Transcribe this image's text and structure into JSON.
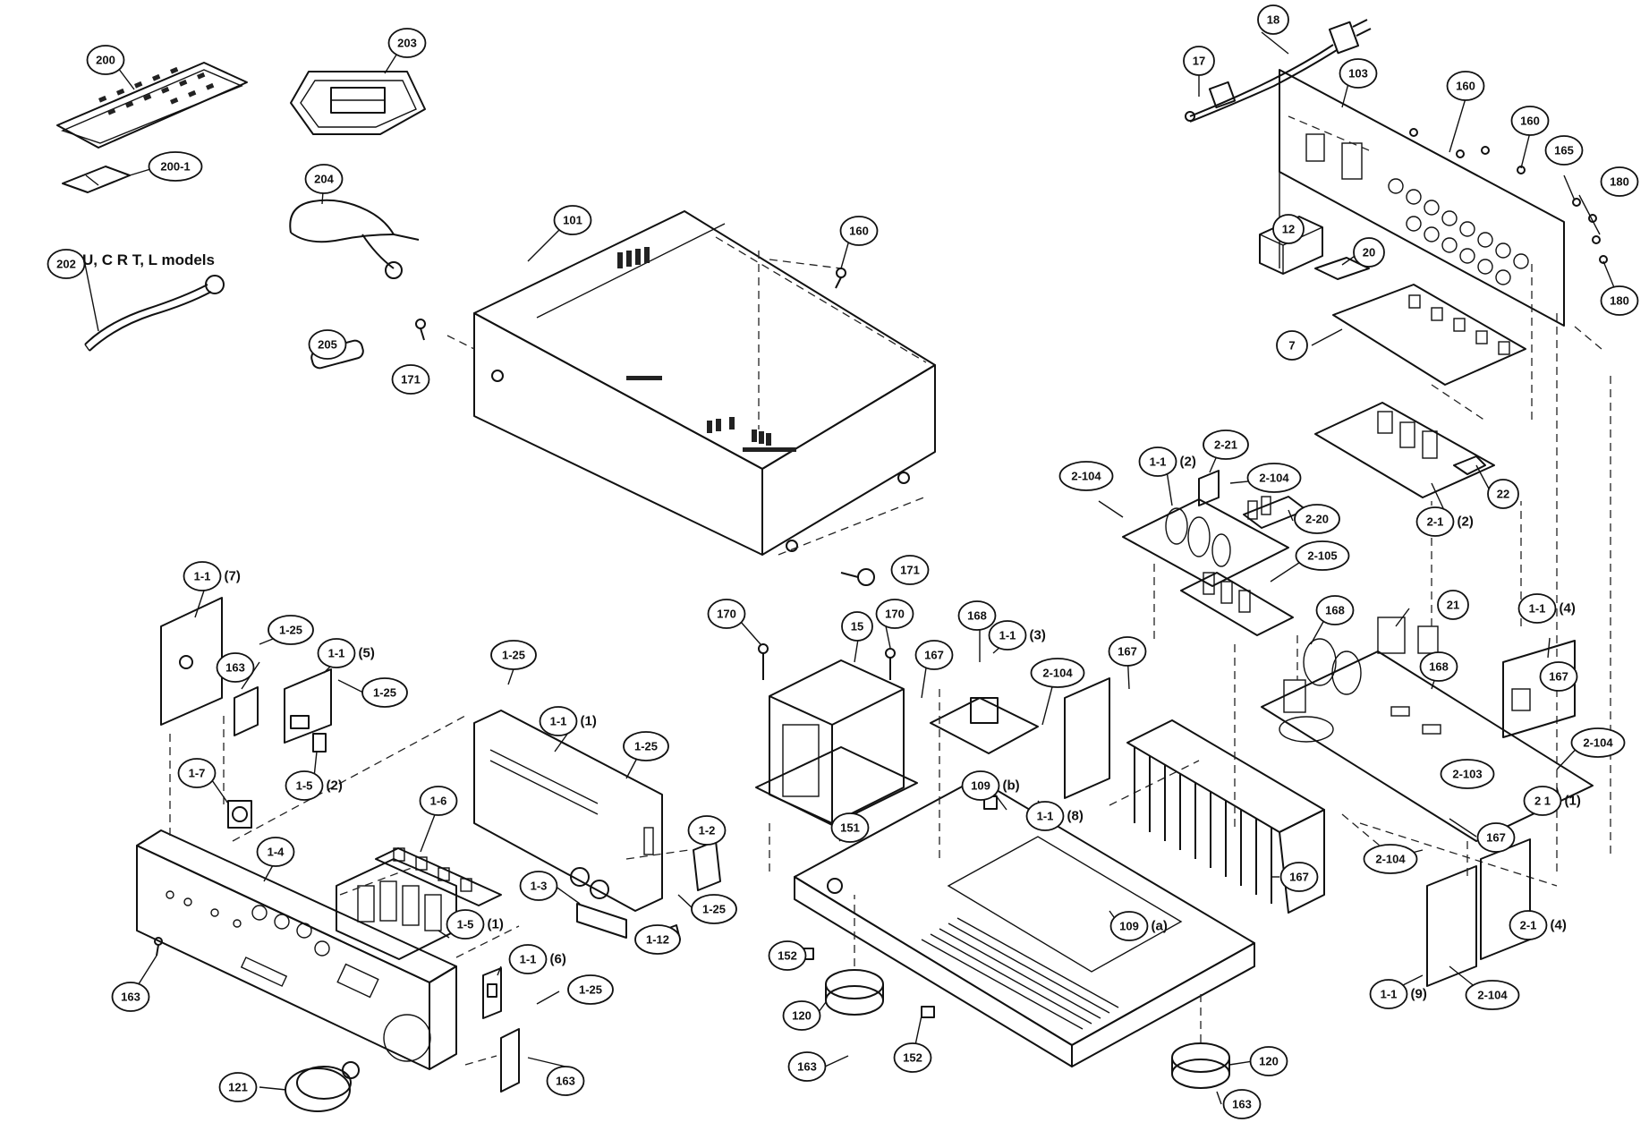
{
  "note": "U, C  R  T, L models",
  "callouts": [
    {
      "id": "c-200",
      "label": "200",
      "suffix": ""
    },
    {
      "id": "c-200-1",
      "label": "200-1",
      "suffix": ""
    },
    {
      "id": "c-202",
      "label": "202",
      "suffix": ""
    },
    {
      "id": "c-203",
      "label": "203",
      "suffix": ""
    },
    {
      "id": "c-204",
      "label": "204",
      "suffix": ""
    },
    {
      "id": "c-205",
      "label": "205",
      "suffix": ""
    },
    {
      "id": "c-171a",
      "label": "171",
      "suffix": ""
    },
    {
      "id": "c-101",
      "label": "101",
      "suffix": ""
    },
    {
      "id": "c-160a",
      "label": "160",
      "suffix": ""
    },
    {
      "id": "c-171b",
      "label": "171",
      "suffix": ""
    },
    {
      "id": "c-18",
      "label": "18",
      "suffix": ""
    },
    {
      "id": "c-17",
      "label": "17",
      "suffix": ""
    },
    {
      "id": "c-103",
      "label": "103",
      "suffix": ""
    },
    {
      "id": "c-160b",
      "label": "160",
      "suffix": ""
    },
    {
      "id": "c-160c",
      "label": "160",
      "suffix": ""
    },
    {
      "id": "c-165",
      "label": "165",
      "suffix": ""
    },
    {
      "id": "c-180a",
      "label": "180",
      "suffix": ""
    },
    {
      "id": "c-180b",
      "label": "180",
      "suffix": ""
    },
    {
      "id": "c-12",
      "label": "12",
      "suffix": ""
    },
    {
      "id": "c-20",
      "label": "20",
      "suffix": ""
    },
    {
      "id": "c-7",
      "label": "7",
      "suffix": ""
    },
    {
      "id": "c-22",
      "label": "22",
      "suffix": ""
    },
    {
      "id": "c-2-1-2",
      "label": "2-1",
      "suffix": "(2)"
    },
    {
      "id": "c-2-104a",
      "label": "2-104",
      "suffix": ""
    },
    {
      "id": "c-1-1-2",
      "label": "1-1",
      "suffix": "(2)"
    },
    {
      "id": "c-2-21",
      "label": "2-21",
      "suffix": ""
    },
    {
      "id": "c-2-104b",
      "label": "2-104",
      "suffix": ""
    },
    {
      "id": "c-2-20",
      "label": "2-20",
      "suffix": ""
    },
    {
      "id": "c-2-105",
      "label": "2-105",
      "suffix": ""
    },
    {
      "id": "c-1-1-7",
      "label": "1-1",
      "suffix": "(7)"
    },
    {
      "id": "c-1-25a",
      "label": "1-25",
      "suffix": ""
    },
    {
      "id": "c-163a",
      "label": "163",
      "suffix": ""
    },
    {
      "id": "c-1-1-5",
      "label": "1-1",
      "suffix": "(5)"
    },
    {
      "id": "c-1-25b",
      "label": "1-25",
      "suffix": ""
    },
    {
      "id": "c-1-5-2",
      "label": "1-5",
      "suffix": "(2)"
    },
    {
      "id": "c-1-7",
      "label": "1-7",
      "suffix": ""
    },
    {
      "id": "c-1-4",
      "label": "1-4",
      "suffix": ""
    },
    {
      "id": "c-1-25c",
      "label": "1-25",
      "suffix": ""
    },
    {
      "id": "c-1-1-1",
      "label": "1-1",
      "suffix": "(1)"
    },
    {
      "id": "c-1-25d",
      "label": "1-25",
      "suffix": ""
    },
    {
      "id": "c-1-6",
      "label": "1-6",
      "suffix": ""
    },
    {
      "id": "c-1-2",
      "label": "1-2",
      "suffix": ""
    },
    {
      "id": "c-1-3",
      "label": "1-3",
      "suffix": ""
    },
    {
      "id": "c-1-25e",
      "label": "1-25",
      "suffix": ""
    },
    {
      "id": "c-1-12",
      "label": "1-12",
      "suffix": ""
    },
    {
      "id": "c-1-5-1",
      "label": "1-5",
      "suffix": "(1)"
    },
    {
      "id": "c-163b",
      "label": "163",
      "suffix": ""
    },
    {
      "id": "c-1-1-6",
      "label": "1-1",
      "suffix": "(6)"
    },
    {
      "id": "c-1-25f",
      "label": "1-25",
      "suffix": ""
    },
    {
      "id": "c-163c",
      "label": "163",
      "suffix": ""
    },
    {
      "id": "c-121",
      "label": "121",
      "suffix": ""
    },
    {
      "id": "c-170a",
      "label": "170",
      "suffix": ""
    },
    {
      "id": "c-15",
      "label": "15",
      "suffix": ""
    },
    {
      "id": "c-170b",
      "label": "170",
      "suffix": ""
    },
    {
      "id": "c-167a",
      "label": "167",
      "suffix": ""
    },
    {
      "id": "c-168a",
      "label": "168",
      "suffix": ""
    },
    {
      "id": "c-1-1-3",
      "label": "1-1",
      "suffix": "(3)"
    },
    {
      "id": "c-2-104c",
      "label": "2-104",
      "suffix": ""
    },
    {
      "id": "c-167b",
      "label": "167",
      "suffix": ""
    },
    {
      "id": "c-151",
      "label": "151",
      "suffix": ""
    },
    {
      "id": "c-109b",
      "label": "109",
      "suffix": "(b)"
    },
    {
      "id": "c-1-1-8",
      "label": "1-1",
      "suffix": "(8)"
    },
    {
      "id": "c-109a",
      "label": "109",
      "suffix": "(a)"
    },
    {
      "id": "c-167c",
      "label": "167",
      "suffix": ""
    },
    {
      "id": "c-152a",
      "label": "152",
      "suffix": ""
    },
    {
      "id": "c-120a",
      "label": "120",
      "suffix": ""
    },
    {
      "id": "c-163d",
      "label": "163",
      "suffix": ""
    },
    {
      "id": "c-152b",
      "label": "152",
      "suffix": ""
    },
    {
      "id": "c-120b",
      "label": "120",
      "suffix": ""
    },
    {
      "id": "c-163e",
      "label": "163",
      "suffix": ""
    },
    {
      "id": "c-168b",
      "label": "168",
      "suffix": ""
    },
    {
      "id": "c-21",
      "label": "21",
      "suffix": ""
    },
    {
      "id": "c-168c",
      "label": "168",
      "suffix": ""
    },
    {
      "id": "c-1-1-4",
      "label": "1-1",
      "suffix": "(4)"
    },
    {
      "id": "c-167d",
      "label": "167",
      "suffix": ""
    },
    {
      "id": "c-2-103",
      "label": "2-103",
      "suffix": ""
    },
    {
      "id": "c-2-104d",
      "label": "2-104",
      "suffix": ""
    },
    {
      "id": "c-2-1-1",
      "label": "2 1",
      "suffix": "(1)"
    },
    {
      "id": "c-167e",
      "label": "167",
      "suffix": ""
    },
    {
      "id": "c-2-104e",
      "label": "2-104",
      "suffix": ""
    },
    {
      "id": "c-2-1-4",
      "label": "2-1",
      "suffix": "(4)"
    },
    {
      "id": "c-2-104f",
      "label": "2-104",
      "suffix": ""
    },
    {
      "id": "c-1-1-9",
      "label": "1-1",
      "suffix": "(9)"
    }
  ]
}
